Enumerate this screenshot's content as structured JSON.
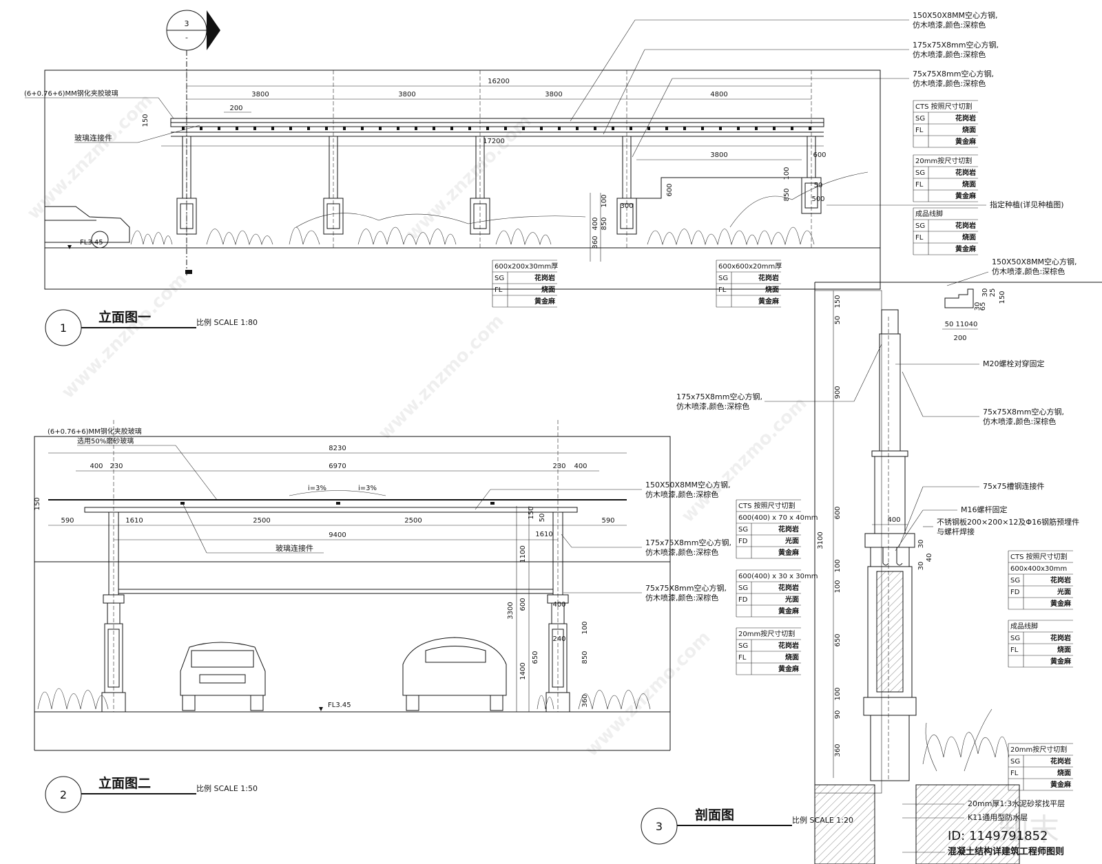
{
  "section_marker": {
    "number": "3",
    "sub": "-"
  },
  "elevation1": {
    "title": "立面图一",
    "scale": "比例 SCALE 1:80",
    "number": "1",
    "total_dim": "16200",
    "segments": [
      "3800",
      "3800",
      "3800",
      "4800"
    ],
    "dim_200": "200",
    "dim_150": "150",
    "dim_17200": "17200",
    "dim_3800": "3800",
    "dim_600": "600",
    "dim_600b": "600",
    "dim_100": "100",
    "dim_850": "850",
    "dim_50": "50",
    "dim_500": "500",
    "dim_300": "300",
    "dim_400": "400",
    "dim_850b": "850",
    "dim_100b": "100",
    "dim_360": "360",
    "level": "FL3.45",
    "glass_label": "(6+0.76+6)MM钢化夹胶玻璃",
    "connector_label": "玻璃连接件",
    "plant_label": "指定种植(详见种植图)"
  },
  "elevation2": {
    "title": "立面图二",
    "scale": "比例 SCALE 1:50",
    "number": "2",
    "glass_label": "(6+0.76+6)MM钢化夹胶玻璃",
    "glass_label2": "选用50%磨砂玻璃",
    "total_dim": "8230",
    "dims_top": [
      "400",
      "230",
      "6970",
      "230",
      "400"
    ],
    "slope1": "i=3%",
    "slope2": "i=3%",
    "dims_mid": [
      "590",
      "1610",
      "2500",
      "2500",
      "1610",
      "590"
    ],
    "dim_9400": "9400",
    "dim_150": "150",
    "connector_label": "玻璃连接件",
    "dim_150r": "150",
    "dim_50r": "50",
    "dim_1100": "1100",
    "dim_600": "600",
    "dim_400": "400",
    "dim_3300": "3300",
    "dim_240": "240",
    "dim_1400": "1400",
    "dim_650": "650",
    "dim_850": "850",
    "dim_100": "100",
    "dim_360": "360",
    "level": "FL3.45"
  },
  "section": {
    "title": "剖面图",
    "scale": "比例 SCALE 1:20",
    "number": "3",
    "dims_left": [
      "150",
      "50",
      "900",
      "600",
      "100",
      "100",
      "650",
      "100",
      "90",
      "360"
    ],
    "dim_3100": "3100",
    "dim_400": "400",
    "dim_30a": "30",
    "dim_30b": "30",
    "dim_40": "40",
    "profile_dims": [
      "50",
      "110",
      "40"
    ],
    "profile_200": "200",
    "profile_right": [
      "30",
      "25",
      "150"
    ],
    "profile_small": [
      "30",
      "65"
    ],
    "m20": "M20螺栓对穿固定",
    "steel175": [
      "175x75X8mm空心方钢,",
      "仿木喷漆,颜色:深棕色"
    ],
    "steel75": [
      "75x75X8mm空心方钢,",
      "仿木喷漆,颜色:深棕色"
    ],
    "steel150": [
      "150X50X8MM空心方钢,",
      "仿木喷漆,颜色:深棕色"
    ],
    "channel": "75x75槽钢连接件",
    "m16": "M16螺杆固定",
    "plate": [
      "不锈钢板200×200×12及Φ16钢筋预埋件",
      "与螺杆焊接"
    ],
    "mortar": "20mm厚1:3水泥砂浆找平层",
    "waterproof": "K11通用型防水层",
    "concrete": "混凝土结构详建筑工程师图则"
  },
  "callouts_top": [
    [
      "150X50X8MM空心方钢,",
      "仿木喷漆,颜色:深棕色"
    ],
    [
      "175x75X8mm空心方钢,",
      "仿木喷漆,颜色:深棕色"
    ],
    [
      "75x75X8mm空心方钢,",
      "仿木喷漆,颜色:深棕色"
    ]
  ],
  "callouts_e2": [
    [
      "150X50X8MM空心方钢,",
      "仿木喷漆,颜色:深棕色"
    ],
    [
      "175x75X8mm空心方钢,",
      "仿木喷漆,颜色:深棕色"
    ],
    [
      "75x75X8mm空心方钢,",
      "仿木喷漆,颜色:深棕色"
    ]
  ],
  "tables": [
    {
      "id": "t1",
      "header": "CTS 按照尺寸切割",
      "rows": [
        [
          "SG",
          "花岗岩"
        ],
        [
          "FL",
          "烧面"
        ],
        [
          "",
          "黄金麻"
        ]
      ]
    },
    {
      "id": "t2",
      "header": "20mm按尺寸切割",
      "rows": [
        [
          "SG",
          "花岗岩"
        ],
        [
          "FL",
          "烧面"
        ],
        [
          "",
          "黄金麻"
        ]
      ]
    },
    {
      "id": "t3",
      "header": "成品线脚",
      "rows": [
        [
          "SG",
          "花岗岩"
        ],
        [
          "FL",
          "烧面"
        ],
        [
          "",
          "黄金麻"
        ]
      ]
    },
    {
      "id": "t4",
      "header": "600x200x30mm厚",
      "rows": [
        [
          "SG",
          "花岗岩"
        ],
        [
          "FL",
          "烧面"
        ],
        [
          "",
          "黄金麻"
        ]
      ]
    },
    {
      "id": "t5",
      "header": "600x600x20mm厚",
      "rows": [
        [
          "SG",
          "花岗岩"
        ],
        [
          "FL",
          "烧面"
        ],
        [
          "",
          "黄金麻"
        ]
      ]
    },
    {
      "id": "t6",
      "header": "CTS 按照尺寸切割",
      "sub": "600(400) x 70 x 40mm",
      "rows": [
        [
          "SG",
          "花岗岩"
        ],
        [
          "FD",
          "光面"
        ],
        [
          "",
          "黄金麻"
        ]
      ]
    },
    {
      "id": "t7",
      "header": "600(400) x 30 x 30mm",
      "rows": [
        [
          "SG",
          "花岗岩"
        ],
        [
          "FD",
          "光面"
        ],
        [
          "",
          "黄金麻"
        ]
      ]
    },
    {
      "id": "t8",
      "header": "20mm按尺寸切割",
      "rows": [
        [
          "SG",
          "花岗岩"
        ],
        [
          "FL",
          "烧面"
        ],
        [
          "",
          "黄金麻"
        ]
      ]
    },
    {
      "id": "t9",
      "header": "CTS 按照尺寸切割",
      "sub": "600x400x30mm",
      "rows": [
        [
          "SG",
          "花岗岩"
        ],
        [
          "FD",
          "光面"
        ],
        [
          "",
          "黄金麻"
        ]
      ]
    },
    {
      "id": "t10",
      "header": "成品线脚",
      "rows": [
        [
          "SG",
          "花岗岩"
        ],
        [
          "FL",
          "烧面"
        ],
        [
          "",
          "黄金麻"
        ]
      ]
    },
    {
      "id": "t11",
      "header": "20mm按尺寸切割",
      "rows": [
        [
          "SG",
          "花岗岩"
        ],
        [
          "FL",
          "烧面"
        ],
        [
          "",
          "黄金麻"
        ]
      ]
    }
  ],
  "watermarks": [
    "www.znzmo.com",
    "知末网",
    "知末",
    "ID: 1149791852"
  ]
}
